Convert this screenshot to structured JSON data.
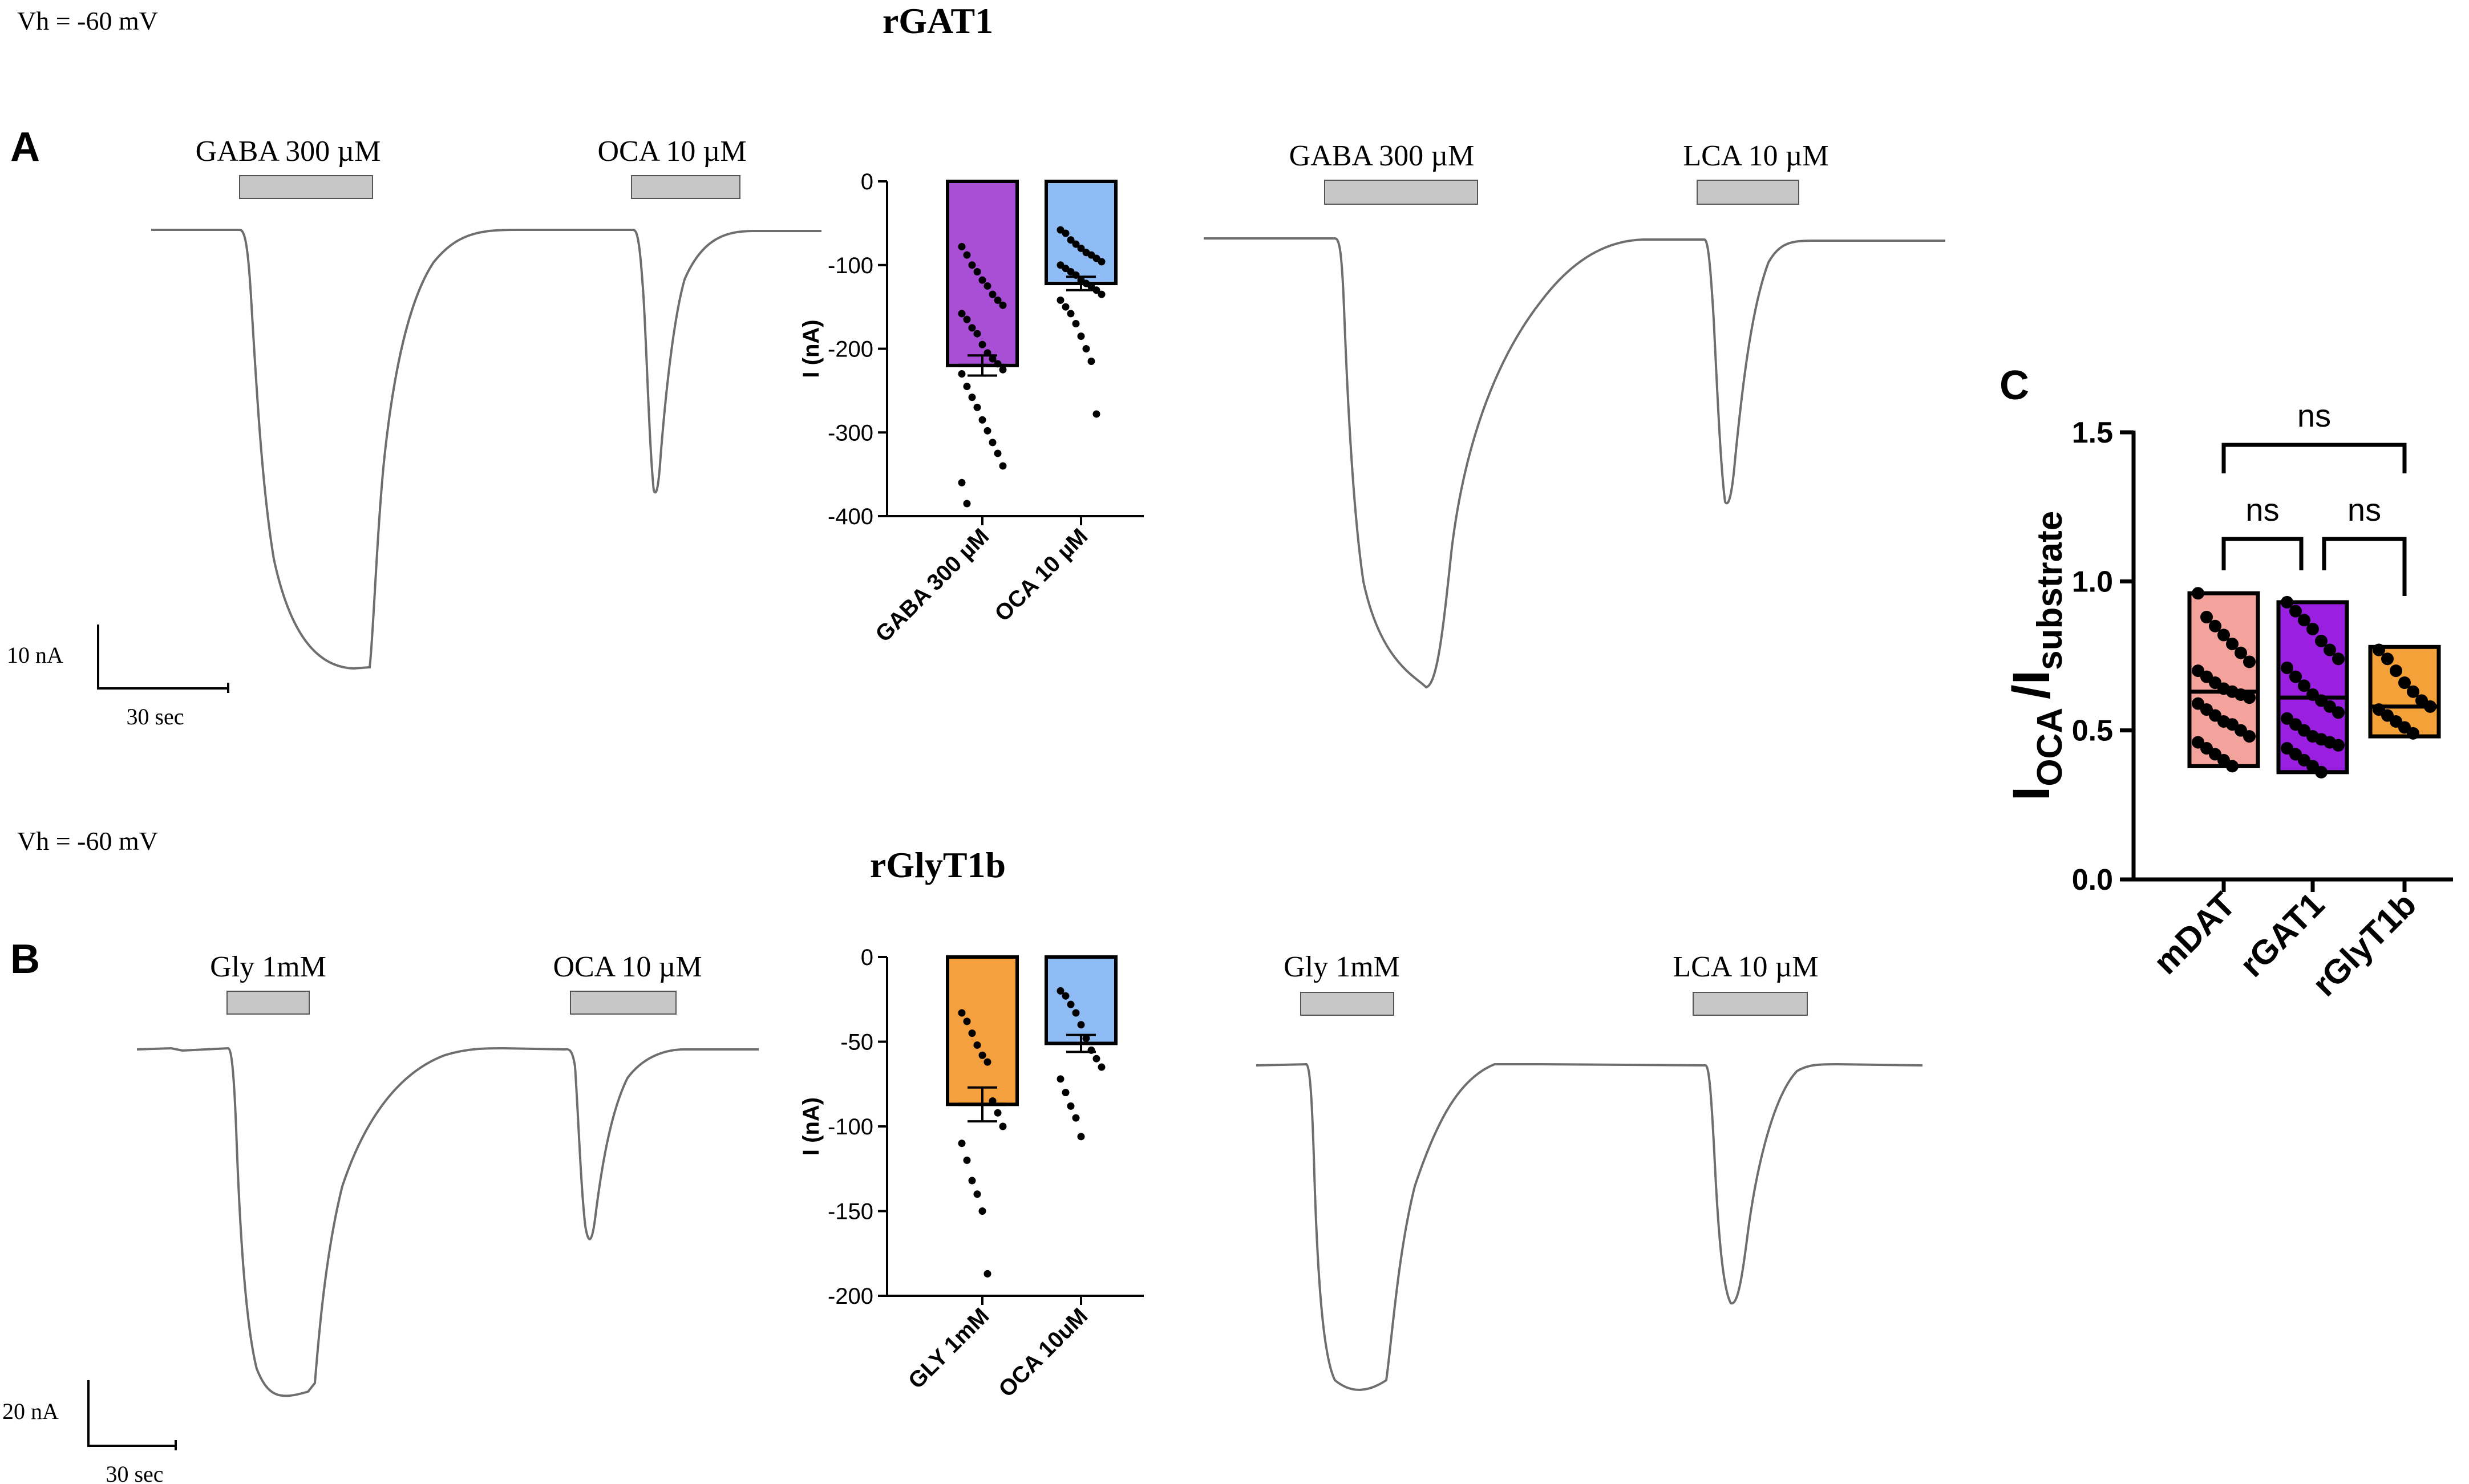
{
  "panel_a": {
    "letter": "A",
    "vh_label": "Vh = -60 mV",
    "title": "rGAT1",
    "trace1": {
      "pulse1": "GABA 300 µM",
      "pulse2": "OCA 10 µM"
    },
    "trace2": {
      "pulse1": "GABA 300 µM",
      "pulse2": "LCA 10 µM"
    },
    "scale_current": "10 nA",
    "scale_time": "30 sec"
  },
  "panel_b": {
    "letter": "B",
    "vh_label": "Vh = -60 mV",
    "title": "rGlyT1b",
    "trace1": {
      "pulse1": "Gly 1mM",
      "pulse2": "OCA 10 µM"
    },
    "trace2": {
      "pulse1": "Gly 1mM",
      "pulse2": "LCA 10 µM"
    },
    "scale_current": "20 nA",
    "scale_time": "30 sec"
  },
  "panel_c": {
    "letter": "C"
  },
  "colors": {
    "purple": "#a94fd6",
    "blue": "#8fbcf5",
    "orange": "#f4a03e",
    "pink": "#f4a39c",
    "violet": "#9a1fe0",
    "gold": "#f5a13a",
    "bar_gray": "#c7c7c7",
    "trace": "#6e6e6e"
  },
  "chart_data": [
    {
      "type": "bar",
      "id": "rGAT1-bars",
      "categories": [
        "GABA 300 µM",
        "OCA 10 µM"
      ],
      "values": [
        -220,
        -122
      ],
      "sem": [
        12,
        8
      ],
      "ylabel": "I (nA)",
      "ylim": [
        -400,
        0
      ],
      "yticks": [
        0,
        -100,
        -200,
        -300,
        -400
      ],
      "points": [
        [
          -78,
          -88,
          -100,
          -108,
          -118,
          -125,
          -135,
          -142,
          -148,
          -158,
          -165,
          -175,
          -182,
          -195,
          -205,
          -212,
          -218,
          -225,
          -230,
          -245,
          -258,
          -270,
          -285,
          -298,
          -312,
          -325,
          -340,
          -360,
          -385
        ],
        [
          -58,
          -62,
          -70,
          -75,
          -80,
          -85,
          -88,
          -92,
          -96,
          -100,
          -104,
          -108,
          -112,
          -118,
          -122,
          -126,
          -130,
          -135,
          -142,
          -150,
          -158,
          -170,
          -185,
          -200,
          -215,
          -278
        ]
      ]
    },
    {
      "type": "bar",
      "id": "rGlyT1b-bars",
      "categories": [
        "GLY 1mM",
        "OCA 10uM"
      ],
      "values": [
        -87,
        -51
      ],
      "sem": [
        10,
        5
      ],
      "ylabel": "I (nA)",
      "ylim": [
        -200,
        0
      ],
      "yticks": [
        0,
        -50,
        -100,
        -150,
        -200
      ],
      "points": [
        [
          -33,
          -38,
          -45,
          -52,
          -58,
          -62,
          -85,
          -92,
          -100,
          -110,
          -120,
          -132,
          -140,
          -150,
          -187
        ],
        [
          -20,
          -23,
          -28,
          -33,
          -40,
          -48,
          -55,
          -60,
          -65,
          -72,
          -80,
          -88,
          -95,
          -106
        ]
      ]
    },
    {
      "type": "scatter",
      "id": "ratio-floating-bars",
      "categories": [
        "mDAT",
        "rGAT1",
        "rGlyT1b"
      ],
      "ylabel": "I_OCA /I_substrate",
      "ylim": [
        0,
        1.5
      ],
      "yticks": [
        0.0,
        0.5,
        1.0,
        1.5
      ],
      "series": [
        {
          "min": 0.38,
          "max": 0.96,
          "median": 0.63,
          "points": [
            0.96,
            0.88,
            0.85,
            0.82,
            0.79,
            0.76,
            0.73,
            0.7,
            0.68,
            0.66,
            0.64,
            0.63,
            0.62,
            0.61,
            0.59,
            0.57,
            0.55,
            0.53,
            0.52,
            0.5,
            0.48,
            0.46,
            0.44,
            0.42,
            0.4,
            0.38
          ]
        },
        {
          "min": 0.36,
          "max": 0.93,
          "median": 0.61,
          "points": [
            0.93,
            0.9,
            0.87,
            0.84,
            0.8,
            0.77,
            0.74,
            0.71,
            0.68,
            0.65,
            0.62,
            0.6,
            0.58,
            0.56,
            0.54,
            0.52,
            0.5,
            0.48,
            0.47,
            0.46,
            0.45,
            0.44,
            0.42,
            0.4,
            0.38,
            0.36
          ]
        },
        {
          "min": 0.48,
          "max": 0.78,
          "median": 0.58,
          "points": [
            0.77,
            0.74,
            0.7,
            0.66,
            0.63,
            0.6,
            0.58,
            0.57,
            0.55,
            0.53,
            0.51,
            0.49
          ]
        }
      ],
      "comparisons": [
        {
          "from": "mDAT",
          "to": "rGAT1",
          "label": "ns"
        },
        {
          "from": "rGAT1",
          "to": "rGlyT1b",
          "label": "ns"
        },
        {
          "from": "mDAT",
          "to": "rGlyT1b",
          "label": "ns"
        }
      ]
    }
  ]
}
